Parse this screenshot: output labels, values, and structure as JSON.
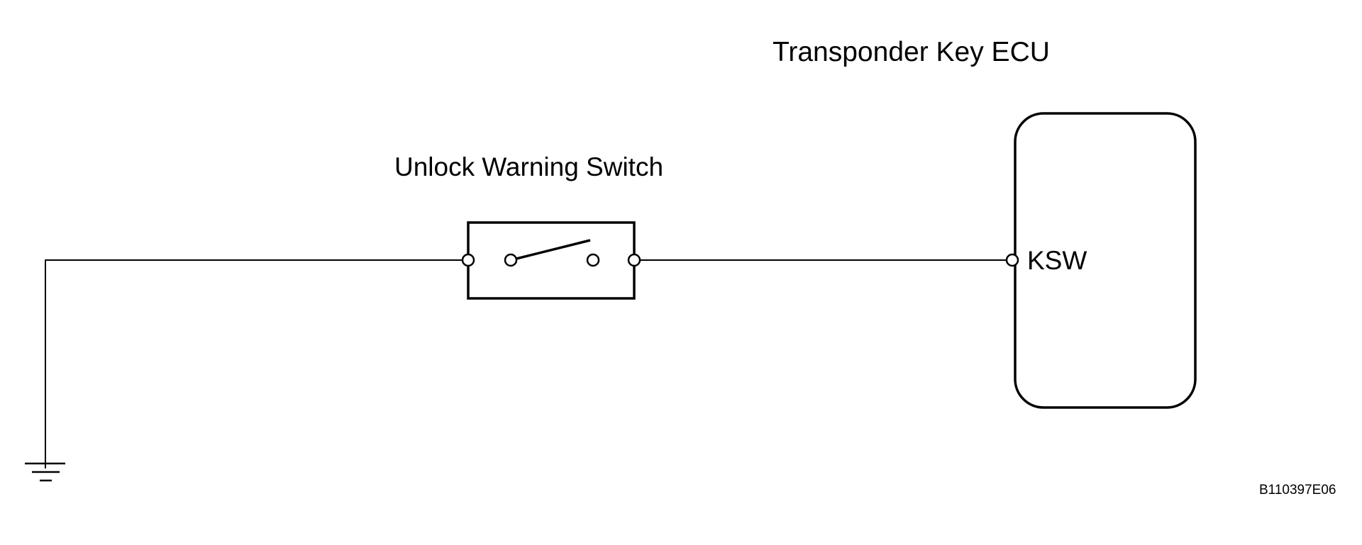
{
  "diagram": {
    "ecu_label": "Transponder Key ECU",
    "switch_label": "Unlock Warning Switch",
    "terminal_label": "KSW",
    "figure_code": "B110397E06"
  }
}
